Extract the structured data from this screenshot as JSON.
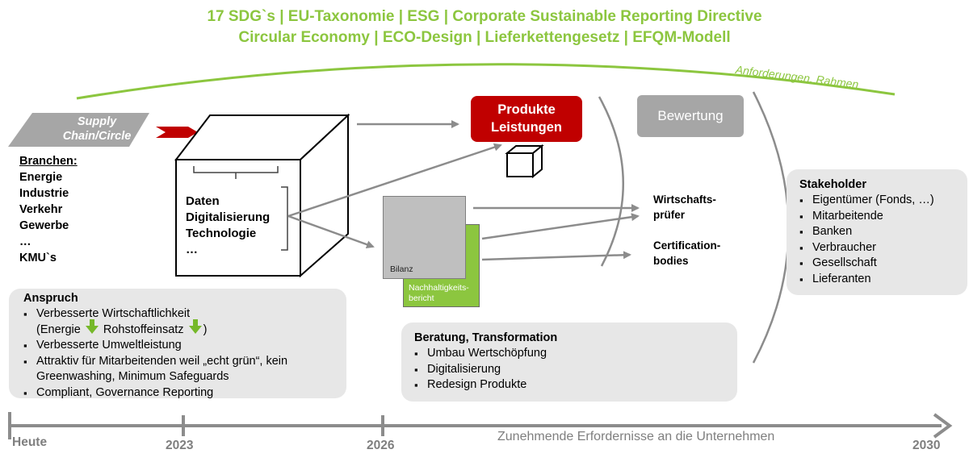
{
  "header": {
    "line1": "17 SDG`s | EU-Taxonomie | ESG | Corporate Sustainable Reporting Directive",
    "line2": "Circular Economy | ECO-Design | Lieferkettengesetz | EFQM-Modell",
    "arc_label": "Anforderungen, Rahmen"
  },
  "supply_chain": {
    "label_line1": "Supply",
    "label_line2": "Chain/Circle"
  },
  "branchen": {
    "title": "Branchen:",
    "items": [
      "Energie",
      "Industrie",
      "Verkehr",
      "Gewerbe",
      "…",
      "KMU`s"
    ]
  },
  "cube": {
    "items": [
      "Daten",
      "Digitalisierung",
      "Technologie",
      "…"
    ]
  },
  "produkte": {
    "line1": "Produkte",
    "line2": "Leistungen"
  },
  "bewertung": {
    "label": "Bewertung"
  },
  "docs": {
    "bilanz": "Bilanz",
    "bericht_line1": "Nachhaltigkeits-",
    "bericht_line2": "bericht"
  },
  "targets": {
    "wp_line1": "Wirtschafts-",
    "wp_line2": "prüfer",
    "cb_line1": "Certification-",
    "cb_line2": "bodies"
  },
  "stakeholder": {
    "title": "Stakeholder",
    "items": [
      "Eigentümer (Fonds, …)",
      "Mitarbeitende",
      "Banken",
      "Verbraucher",
      "Gesellschaft",
      "Lieferanten"
    ]
  },
  "anspruch": {
    "title": "Anspruch",
    "item1_line1": "Verbesserte Wirtschaftlichkeit",
    "item1_line2_a": "(Energie",
    "item1_line2_b": "Rohstoffeinsatz",
    "item1_line2_c": ")",
    "item2": "Verbesserte Umweltleistung",
    "item3_line1": "Attraktiv für Mitarbeitenden weil „echt grün“, kein",
    "item3_line2": "Greenwashing, Minimum Safeguards",
    "item4": "Compliant, Governance Reporting"
  },
  "beratung": {
    "title": "Beratung, Transformation",
    "items": [
      "Umbau Wertschöpfung",
      "Digitalisierung",
      "Redesign Produkte"
    ]
  },
  "timeline": {
    "start": "Heute",
    "t1": "2023",
    "t2": "2026",
    "caption": "Zunehmende Erfordernisse an die Unternehmen",
    "end": "2030"
  },
  "colors": {
    "green": "#8cc63f",
    "red": "#c00000",
    "gray": "#a6a6a6",
    "box": "#e7e7e7",
    "line": "#7f7f7f"
  }
}
